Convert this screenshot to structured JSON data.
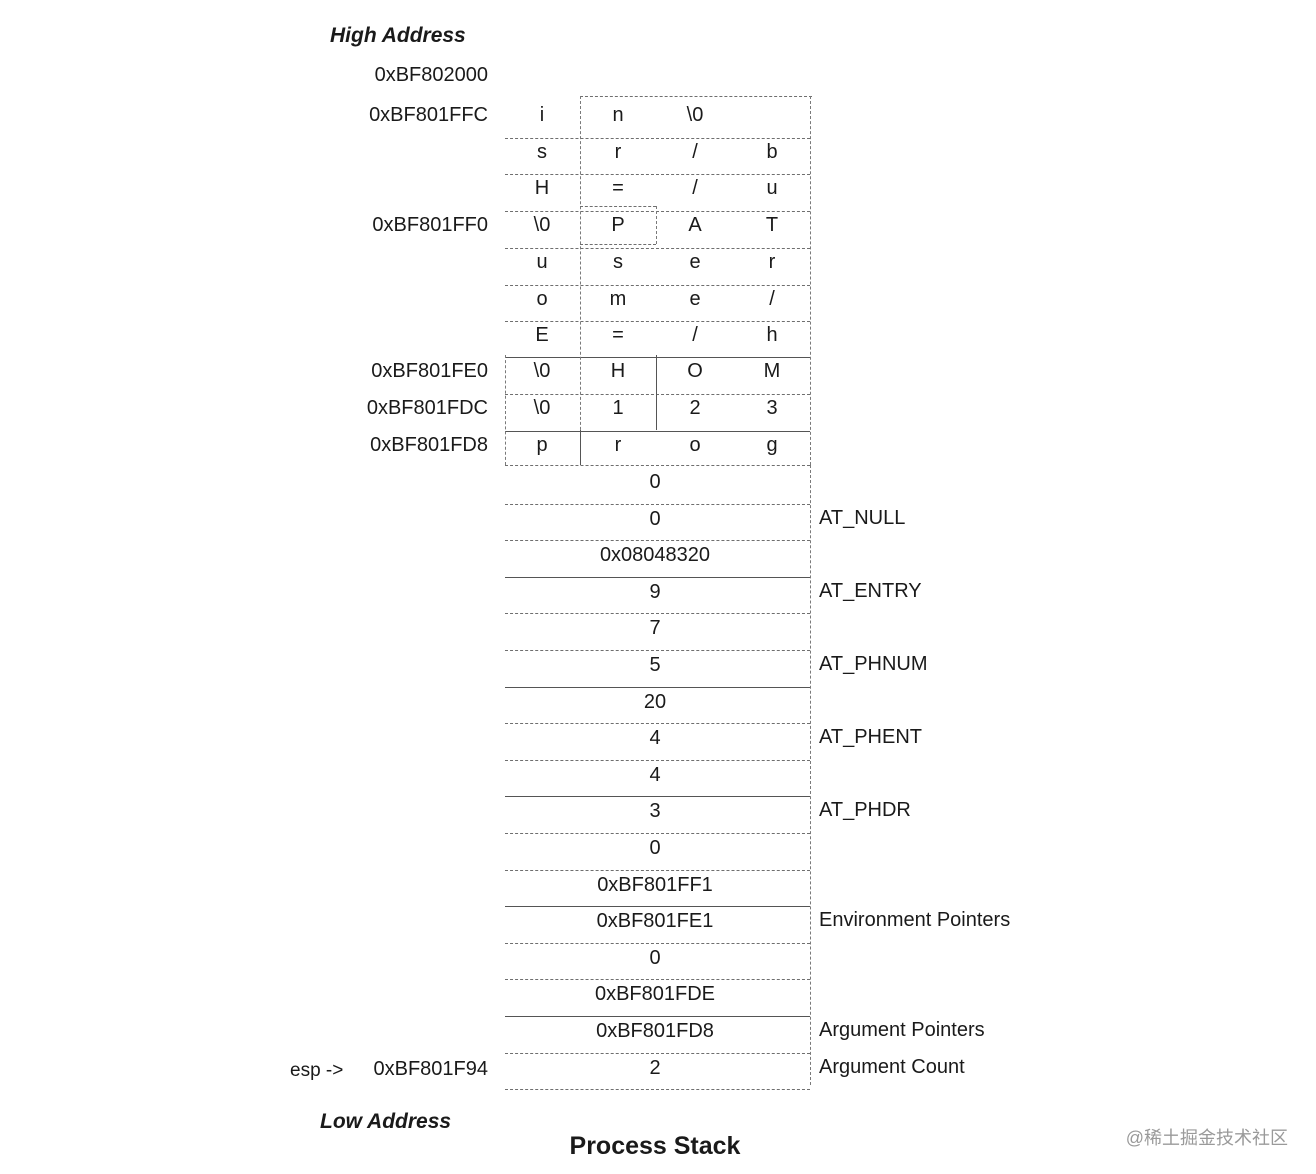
{
  "headings": {
    "high": "High Address",
    "low": "Low Address"
  },
  "title": "Process Stack",
  "watermark": "@稀土掘金技术社区",
  "esp_label": "esp ->",
  "addresses": [
    {
      "row": "top",
      "text": "0xBF802000"
    },
    {
      "row": 0,
      "text": "0xBF801FFC"
    },
    {
      "row": 3,
      "text": "0xBF801FF0"
    },
    {
      "row": 7,
      "text": "0xBF801FE0"
    },
    {
      "row": 8,
      "text": "0xBF801FDC"
    },
    {
      "row": 9,
      "text": "0xBF801FD8"
    },
    {
      "row": "esp",
      "text": "0xBF801F94"
    }
  ],
  "char_rows": [
    [
      "i",
      "n",
      "\\0",
      ""
    ],
    [
      "s",
      "r",
      "/",
      "b"
    ],
    [
      "H",
      "=",
      "/",
      "u"
    ],
    [
      "\\0",
      "P",
      "A",
      "T"
    ],
    [
      "u",
      "s",
      "e",
      "r"
    ],
    [
      "o",
      "m",
      "e",
      "/"
    ],
    [
      "E",
      "=",
      "/",
      "h"
    ],
    [
      "\\0",
      "H",
      "O",
      "M"
    ],
    [
      "\\0",
      "1",
      "2",
      "3"
    ],
    [
      "p",
      "r",
      "o",
      "g"
    ]
  ],
  "word_rows": [
    {
      "value": "0",
      "label": ""
    },
    {
      "value": "0",
      "label": "AT_NULL"
    },
    {
      "value": "0x08048320",
      "label": ""
    },
    {
      "value": "9",
      "label": "AT_ENTRY"
    },
    {
      "value": "7",
      "label": ""
    },
    {
      "value": "5",
      "label": "AT_PHNUM"
    },
    {
      "value": "20",
      "label": ""
    },
    {
      "value": "4",
      "label": "AT_PHENT"
    },
    {
      "value": "4",
      "label": ""
    },
    {
      "value": "3",
      "label": "AT_PHDR"
    },
    {
      "value": "0",
      "label": ""
    },
    {
      "value": "0xBF801FF1",
      "label": ""
    },
    {
      "value": "0xBF801FE1",
      "label": "Environment Pointers"
    },
    {
      "value": "0",
      "label": ""
    },
    {
      "value": "0xBF801FDE",
      "label": ""
    },
    {
      "value": "0xBF801FD8",
      "label": "Argument Pointers"
    },
    {
      "value": "2",
      "label": "Argument Count"
    }
  ]
}
